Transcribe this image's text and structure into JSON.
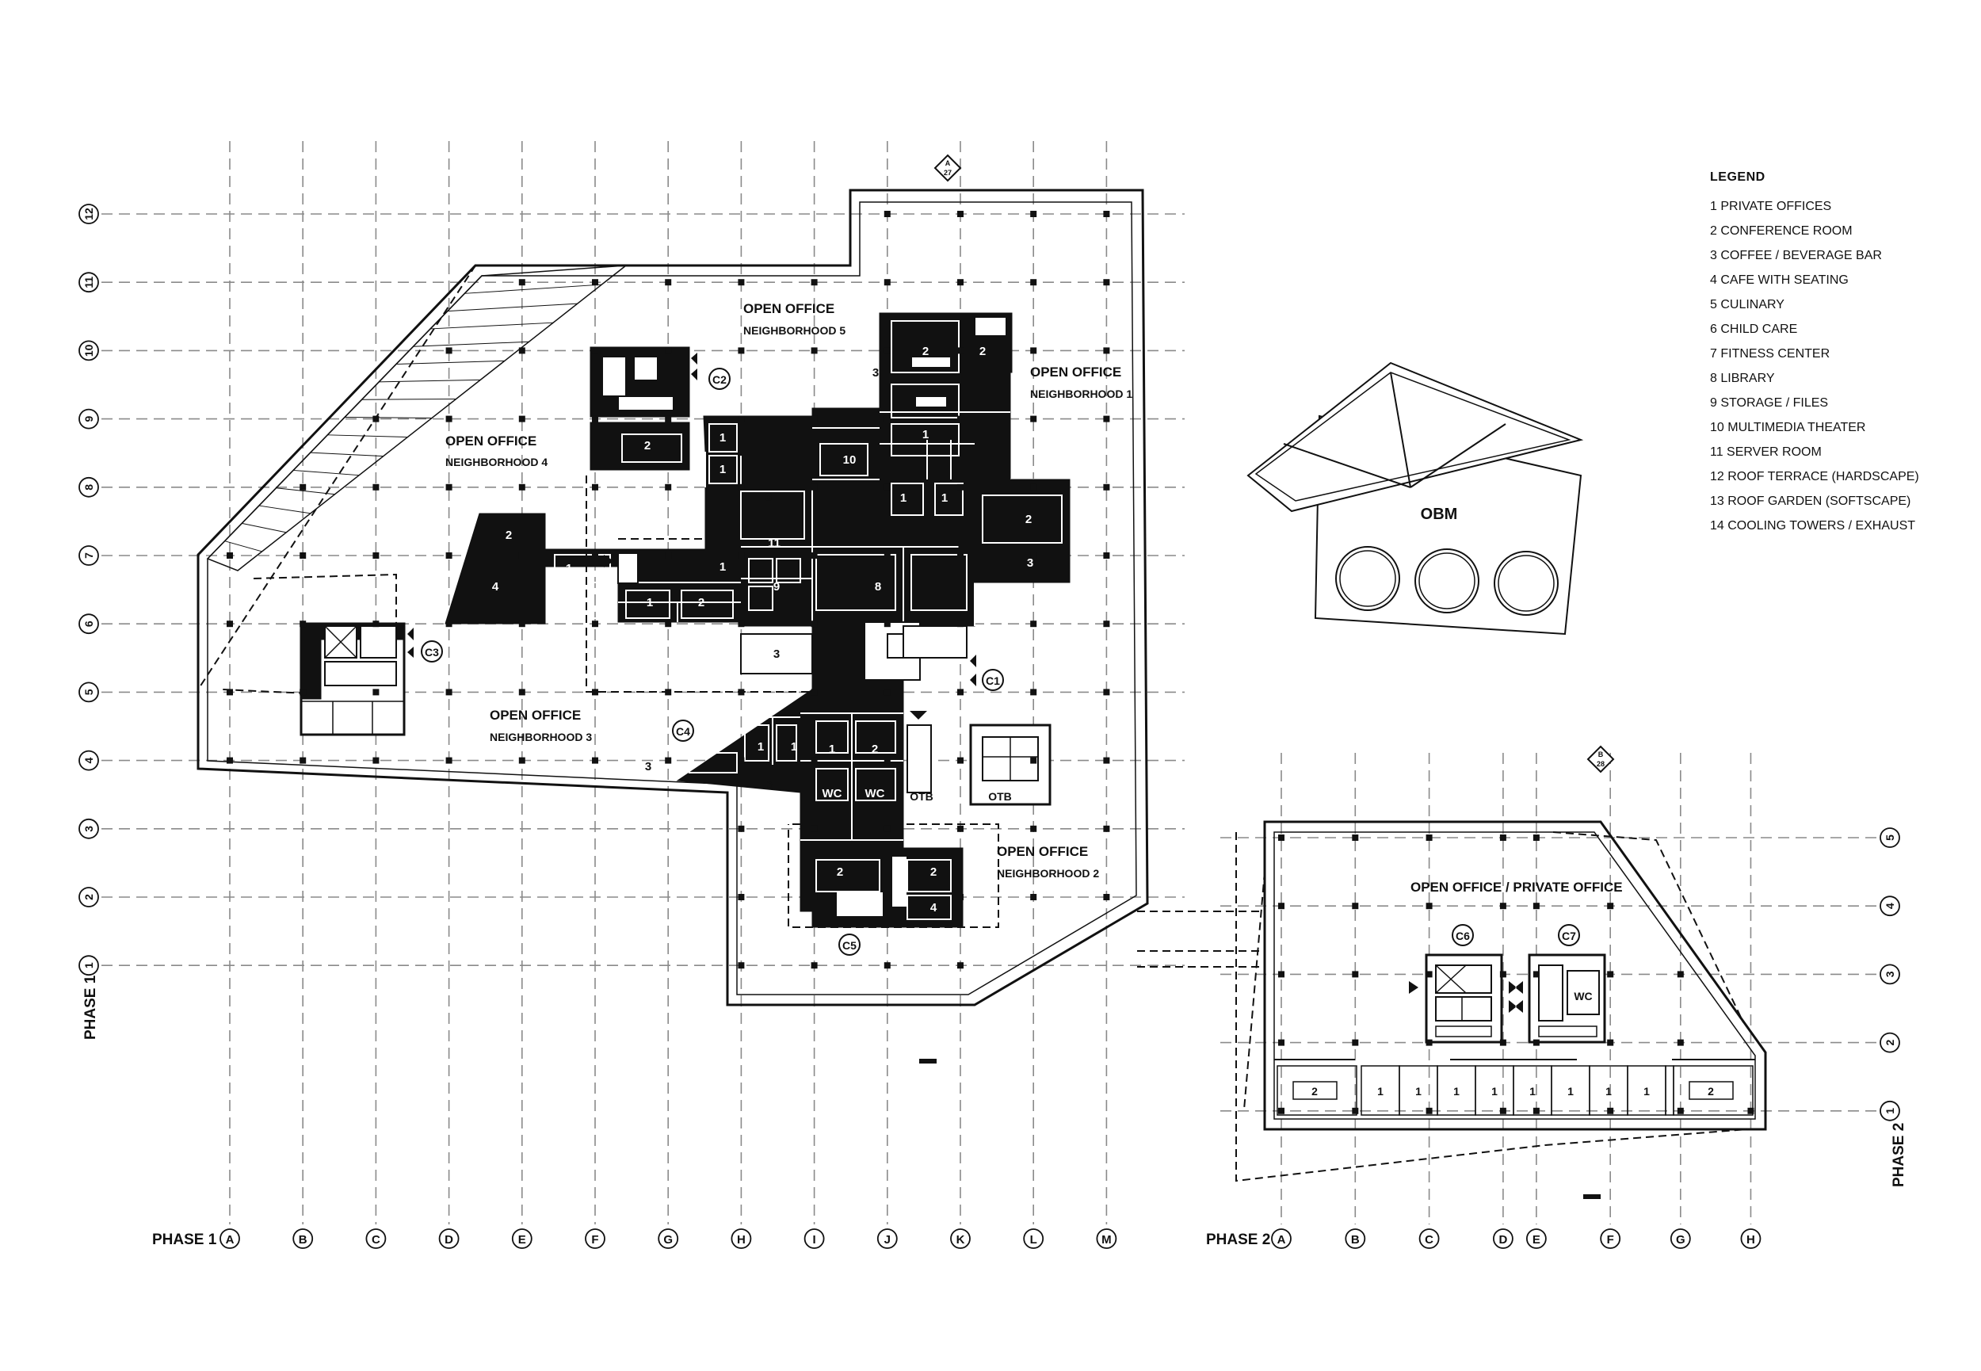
{
  "legend": {
    "title": "LEGEND",
    "items": [
      "1 PRIVATE OFFICES",
      "2 CONFERENCE ROOM",
      "3 COFFEE / BEVERAGE BAR",
      "4 CAFE WITH SEATING",
      "5 CULINARY",
      "6 CHILD CARE",
      "7 FITNESS CENTER",
      "8 LIBRARY",
      "9 STORAGE / FILES",
      "10 MULTIMEDIA THEATER",
      "11 SERVER ROOM",
      "12 ROOF TERRACE (HARDSCAPE)",
      "13 ROOF GARDEN (SOFTSCAPE)",
      "14 COOLING TOWERS / EXHAUST"
    ]
  },
  "phase1": {
    "label": "PHASE 1",
    "side_label": "PHASE 1",
    "columns": [
      "A",
      "B",
      "C",
      "D",
      "E",
      "F",
      "G",
      "H",
      "I",
      "J",
      "K",
      "L",
      "M"
    ],
    "rows": [
      "12",
      "11",
      "10",
      "9",
      "8",
      "7",
      "6",
      "5",
      "4",
      "3",
      "2",
      "1"
    ],
    "zones": {
      "n5": {
        "line1": "OPEN OFFICE",
        "line2": "NEIGHBORHOOD 5"
      },
      "n1": {
        "line1": "OPEN OFFICE",
        "line2": "NEIGHBORHOOD 1"
      },
      "n4": {
        "line1": "OPEN OFFICE",
        "line2": "NEIGHBORHOOD 4"
      },
      "n3": {
        "line1": "OPEN OFFICE",
        "line2": "NEIGHBORHOOD 3"
      },
      "n2": {
        "line1": "OPEN OFFICE",
        "line2": "NEIGHBORHOOD 2"
      }
    },
    "cores": {
      "c1": "C1",
      "c2": "C2",
      "c3": "C3",
      "c4": "C4",
      "c5": "C5"
    },
    "otb": [
      "OTB",
      "OTB"
    ],
    "section_mark": {
      "top": "A",
      "bottom": "27"
    }
  },
  "phase2": {
    "label": "PHASE 2",
    "side_label": "PHASE 2",
    "columns": [
      "A",
      "B",
      "C",
      "D",
      "E",
      "F",
      "G",
      "H"
    ],
    "rows": [
      "5",
      "4",
      "3",
      "2",
      "1"
    ],
    "zone": "OPEN OFFICE / PRIVATE OFFICE",
    "cores": {
      "c6": "C6",
      "c7": "C7"
    },
    "section_mark": {
      "top": "B",
      "bottom": "28"
    }
  },
  "obm": {
    "label": "OBM"
  },
  "room_labels": {
    "r1": "1",
    "r2": "2",
    "r3": "3",
    "r4": "4",
    "r8": "8",
    "r9": "9",
    "r10": "10",
    "r11": "11",
    "wc": "WC"
  }
}
